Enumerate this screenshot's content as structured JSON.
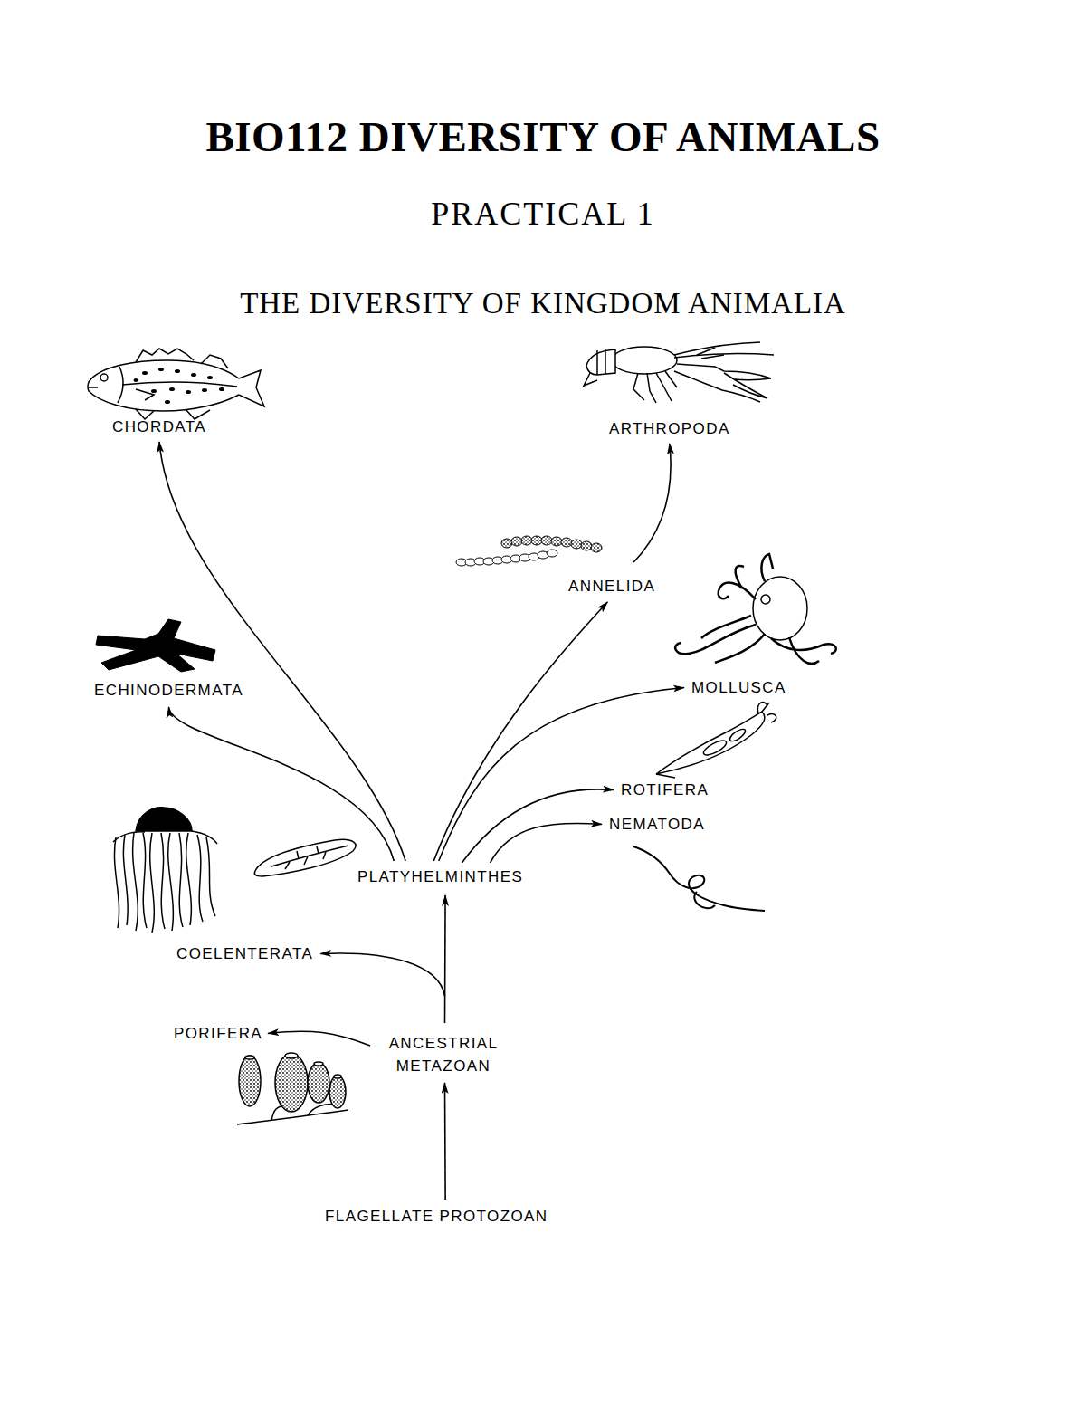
{
  "diagram": {
    "title": "BIO112 DIVERSITY OF ANIMALS",
    "nodes": [
      {
        "text": [
          "CHORDATA"
        ]
      },
      {
        "text": [
          "ARTHROPODA"
        ]
      },
      {
        "text": [
          "ANNELIDA"
        ]
      },
      {
        "text": [
          "ECHINODERMATA"
        ]
      },
      {
        "text": [
          "MOLLUSCA"
        ]
      },
      {
        "text": [
          "ROTIFERA"
        ]
      },
      {
        "text": [
          "NEMATODA"
        ]
      },
      {
        "text": [
          "PLATYHELMINTHES"
        ]
      },
      {
        "text": [
          "COELENTERATA"
        ]
      },
      {
        "text": [
          "PORIFERA"
        ]
      },
      {
        "text": [
          "ANCESTRIAL METAZOAN"
        ]
      },
      {
        "text": [
          "FLAGELLATE PROTOZOAN"
        ]
      }
    ],
    "edges": [
      {
        "from": 11,
        "to": 10,
        "arrow": "to"
      },
      {
        "from": 10,
        "to": 9,
        "arrow": "to"
      },
      {
        "from": 10,
        "to": 8,
        "arrow": "to"
      },
      {
        "from": 10,
        "to": 7,
        "arrow": "to"
      },
      {
        "from": 7,
        "to": 0,
        "arrow": "to"
      },
      {
        "from": 7,
        "to": 3,
        "arrow": "to"
      },
      {
        "from": 7,
        "to": 2,
        "arrow": "to"
      },
      {
        "from": 7,
        "to": 4,
        "arrow": "to"
      },
      {
        "from": 7,
        "to": 5,
        "arrow": "to"
      },
      {
        "from": 7,
        "to": 6,
        "arrow": "to"
      },
      {
        "from": 2,
        "to": 1,
        "arrow": "to"
      }
    ],
    "labels": [
      "PRACTICAL 1",
      "THE DIVERSITY OF KINGDOM ANIMALIA"
    ]
  }
}
